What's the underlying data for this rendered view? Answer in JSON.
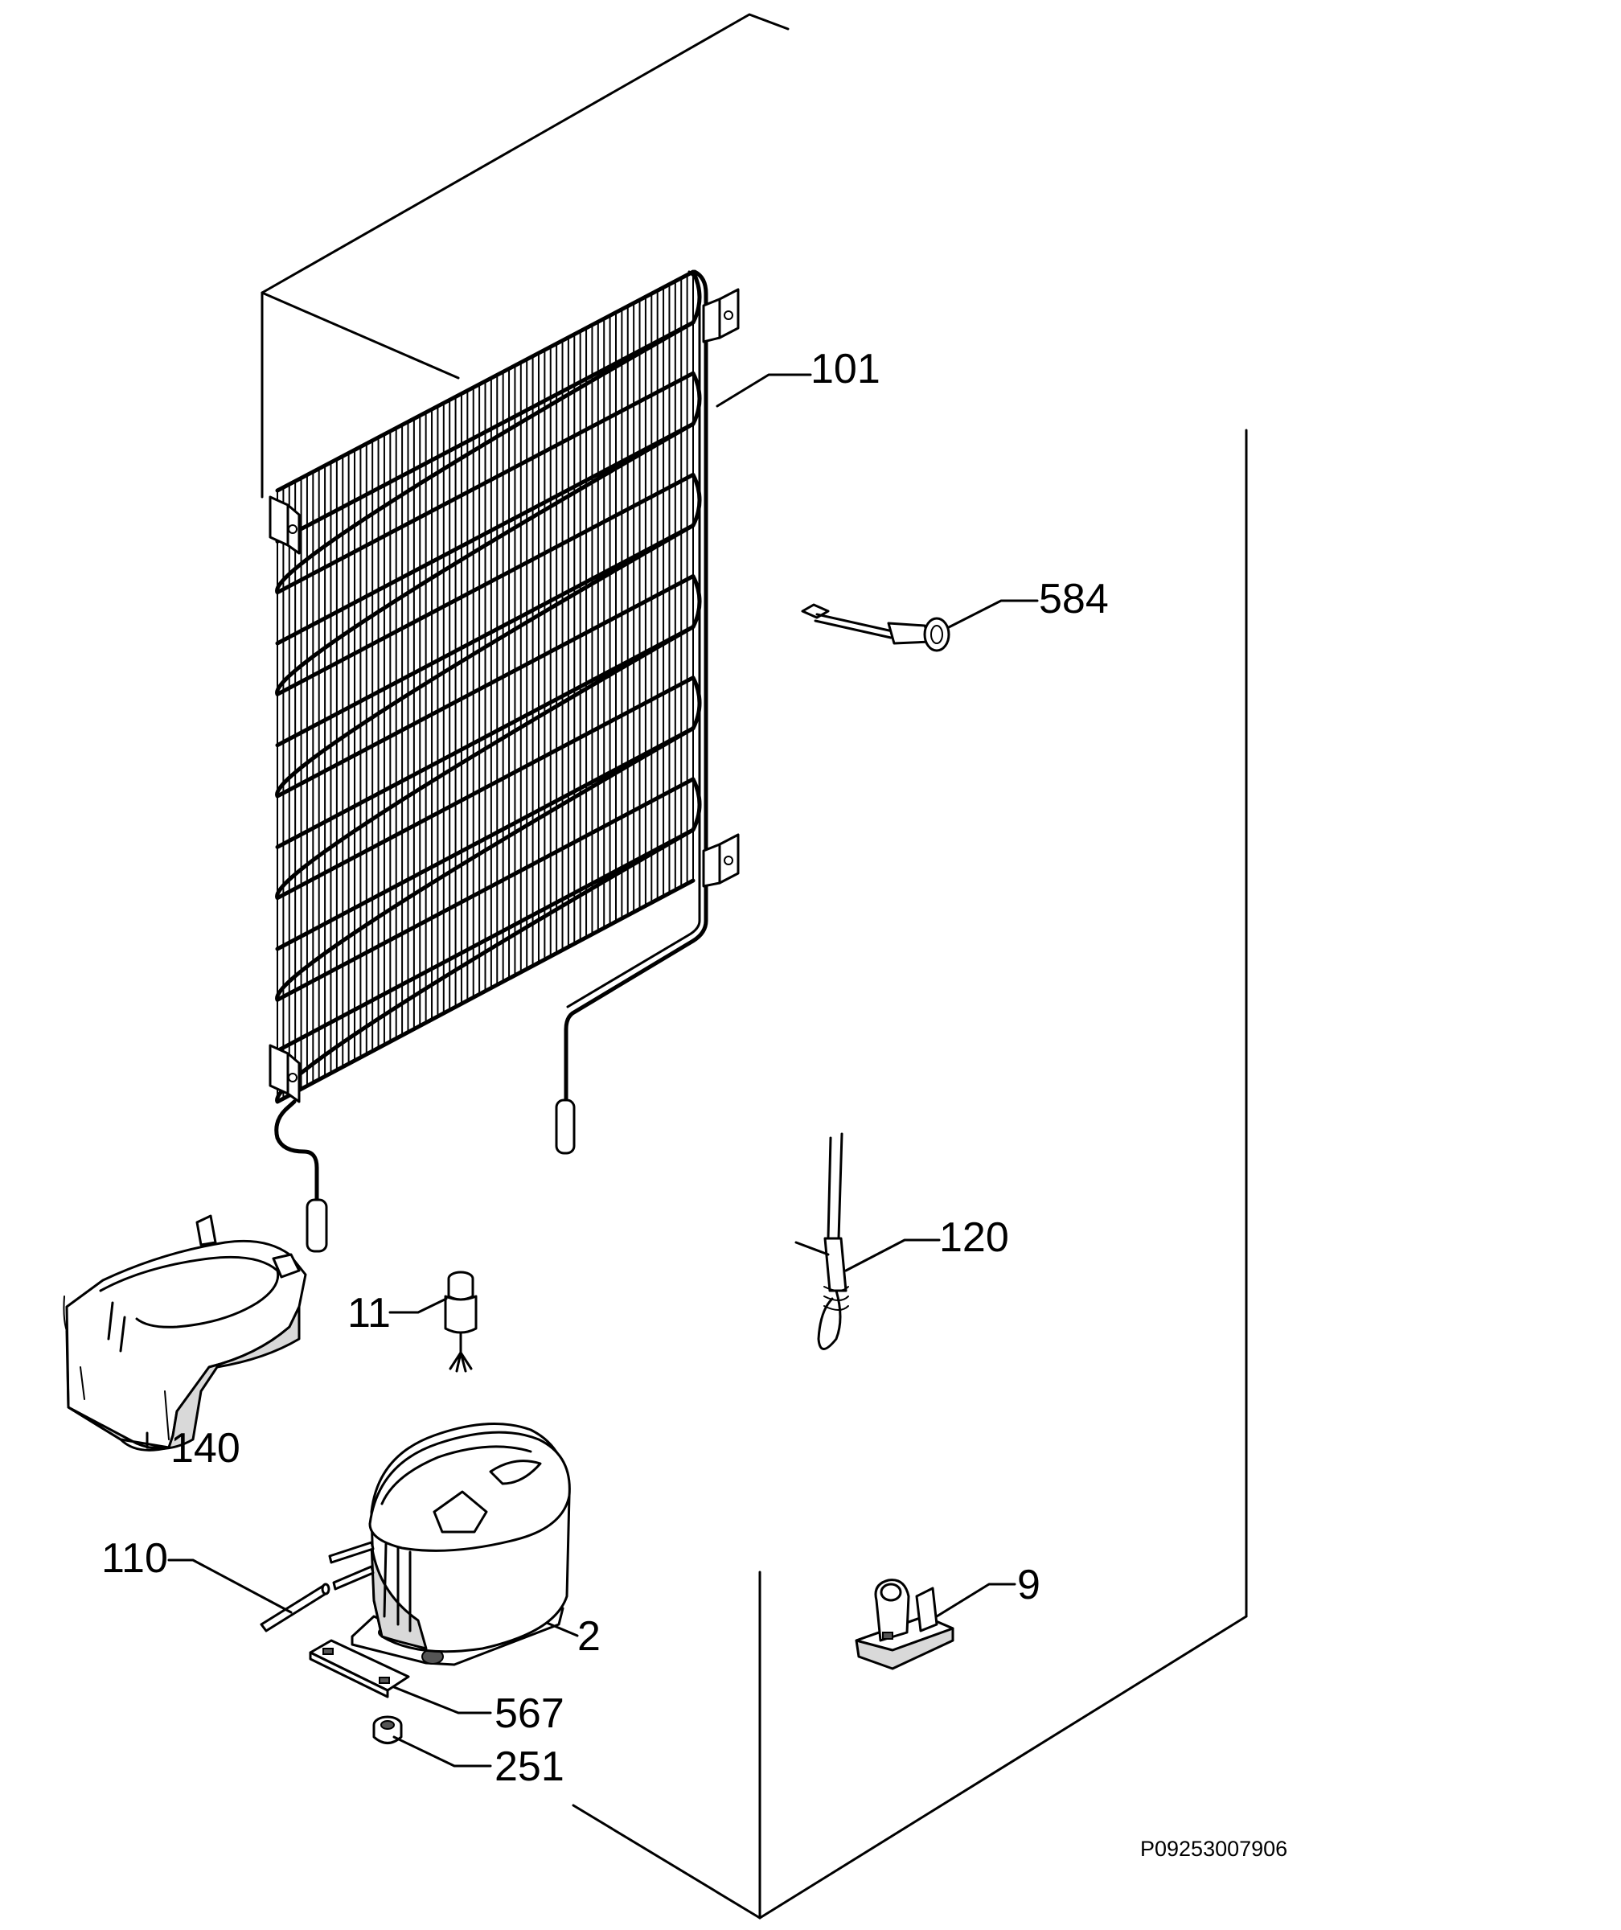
{
  "diagram": {
    "drawing_code": "P09253007906",
    "parts": [
      {
        "id": "condenser",
        "number": "101"
      },
      {
        "id": "sensor-clip",
        "number": "584"
      },
      {
        "id": "wire-sensor",
        "number": "120"
      },
      {
        "id": "drier-valve",
        "number": "11"
      },
      {
        "id": "drip-tray",
        "number": "140"
      },
      {
        "id": "tube",
        "number": "110"
      },
      {
        "id": "compressor",
        "number": "2"
      },
      {
        "id": "mount-plate",
        "number": "567"
      },
      {
        "id": "grommet",
        "number": "251"
      },
      {
        "id": "cable-clamp",
        "number": "9"
      }
    ]
  }
}
